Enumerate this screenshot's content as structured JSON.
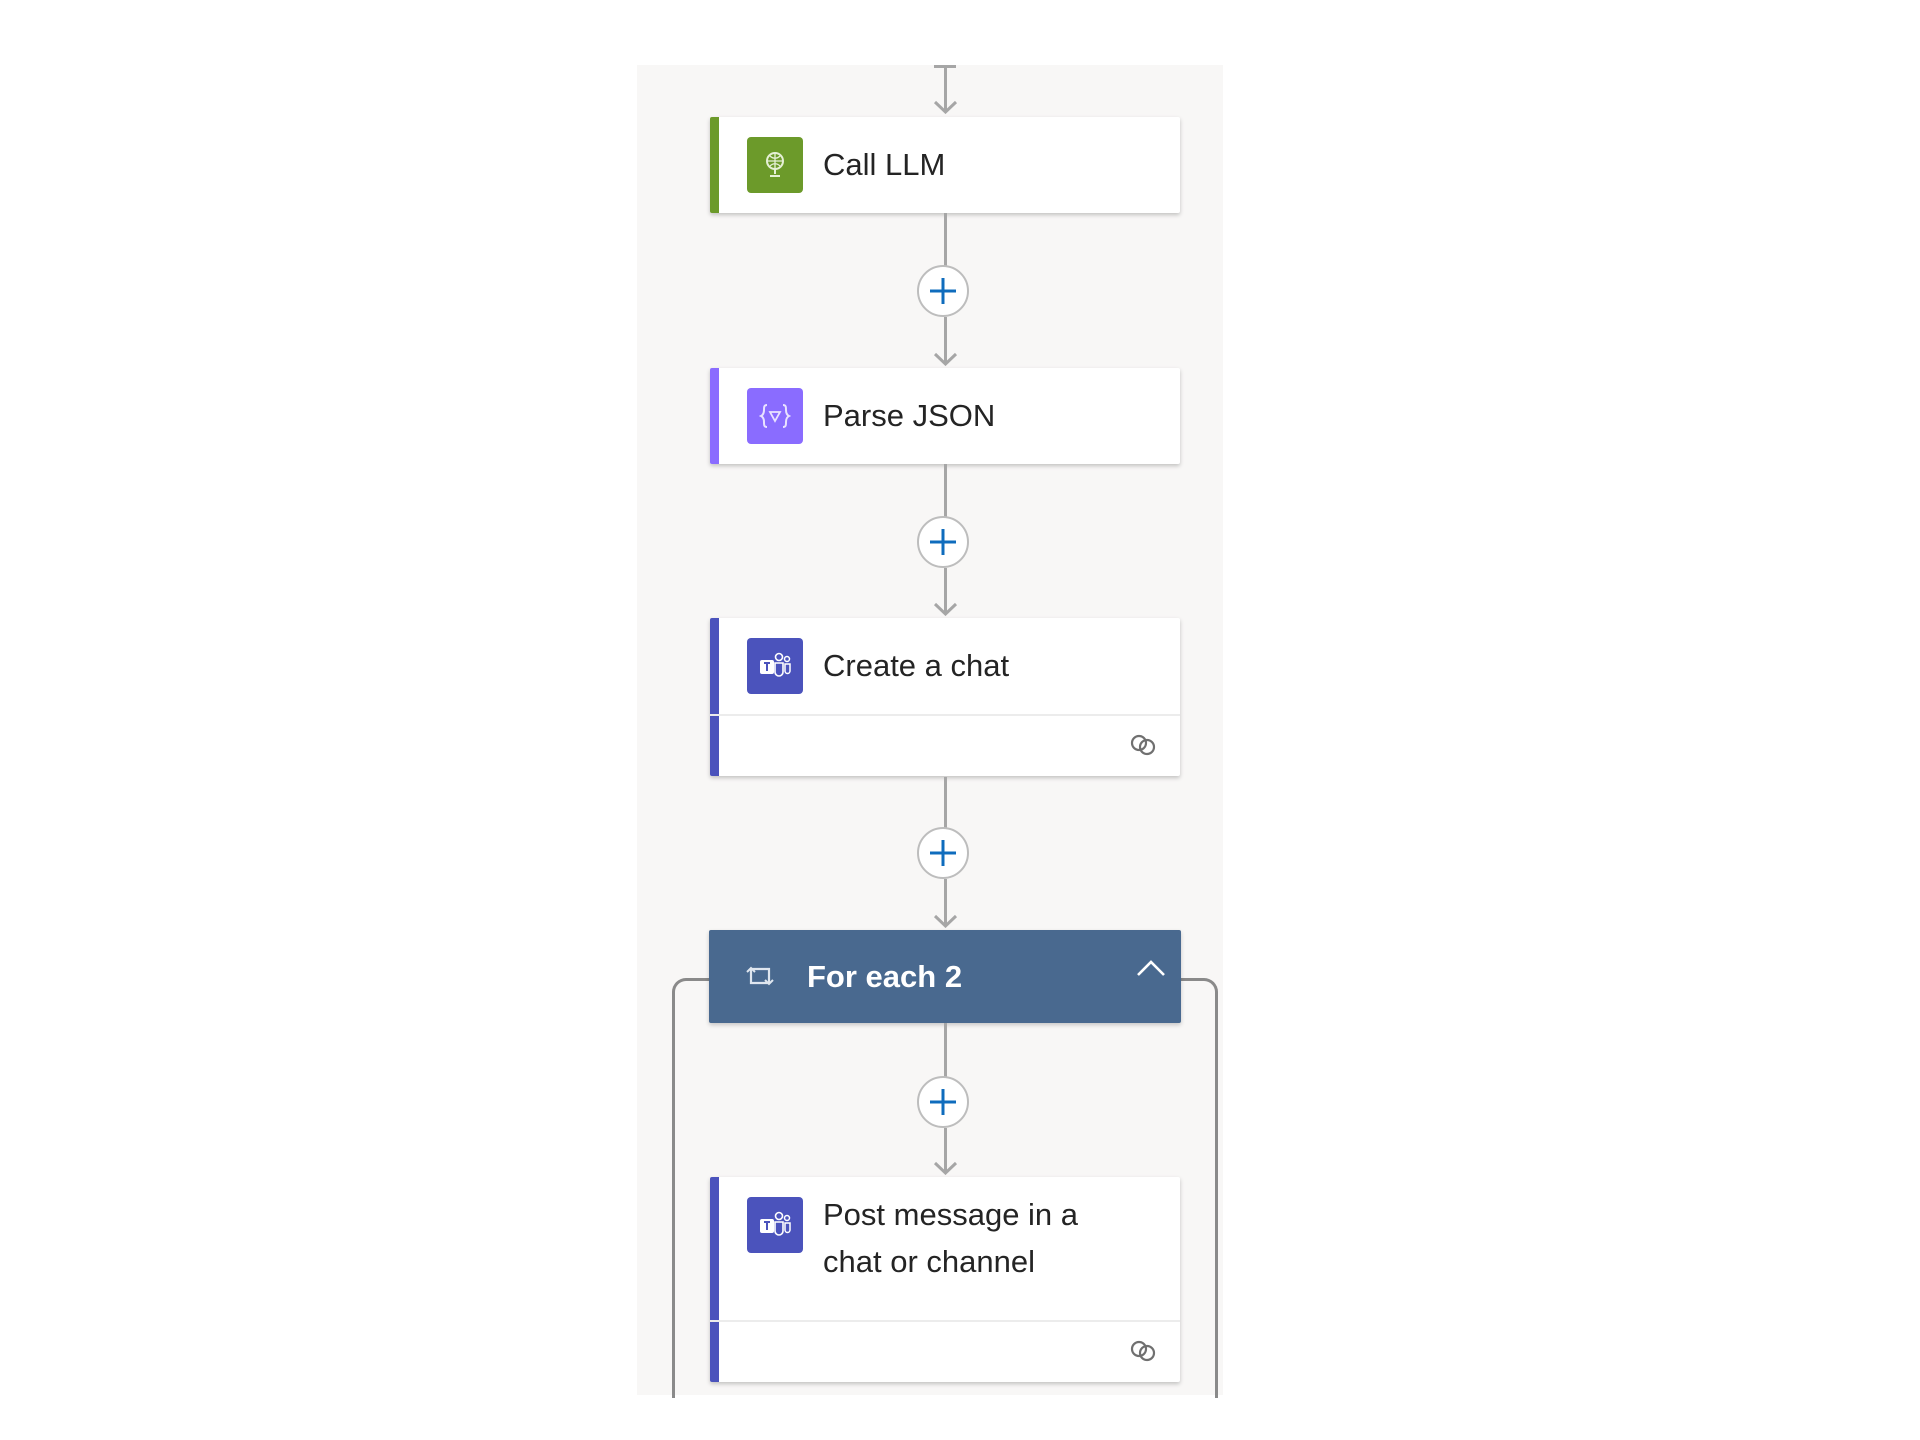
{
  "flow": {
    "steps": [
      {
        "id": "call-llm",
        "title": "Call LLM",
        "icon": "globe-bulb-icon",
        "accent": "#6c9a2a",
        "icon_bg": "#6c9a2a",
        "has_footer": false
      },
      {
        "id": "parse-json",
        "title": "Parse JSON",
        "icon": "braces-icon",
        "accent": "#8a6cff",
        "icon_bg": "#8a6cff",
        "has_footer": false
      },
      {
        "id": "create-chat",
        "title": "Create a chat",
        "icon": "teams-icon",
        "accent": "#4b53bc",
        "icon_bg": "#4b53bc",
        "has_footer": true,
        "footer_icon": "link-icon"
      }
    ],
    "loop": {
      "title": "For each 2",
      "icon": "loop-icon",
      "collapse_icon": "chevron-up-icon",
      "color": "#49698f",
      "steps": [
        {
          "id": "post-message",
          "title_line1": "Post message in a",
          "title_line2": "chat or channel",
          "icon": "teams-icon",
          "accent": "#4b53bc",
          "has_footer": true,
          "footer_icon": "link-icon"
        }
      ]
    },
    "add_step_icon": "plus-icon",
    "add_step_color": "#0f6cbd"
  }
}
